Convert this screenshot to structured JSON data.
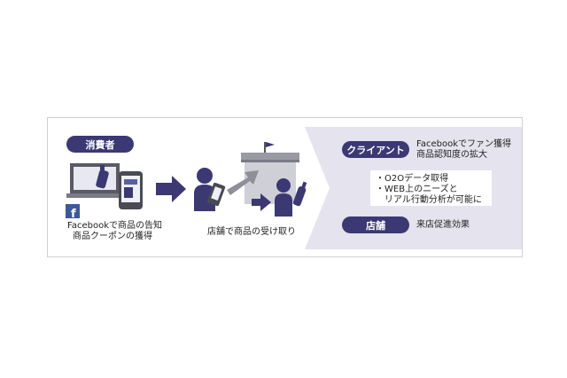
{
  "consumer": {
    "label": "消費者",
    "caption_line1": "Facebookで商品の告知",
    "caption_line2": "商品クーポンの獲得"
  },
  "store_step": {
    "caption": "店舗で商品の受け取り"
  },
  "client_panel": {
    "client_label": "クライアント",
    "client_text_line1": "Facebookでファン獲得",
    "client_text_line2": "商品認知度の拡大",
    "bullets": [
      "・O2Oデータ取得",
      "・WEB上のニーズと",
      "　リアル行動分析が可能に"
    ],
    "store_label": "店舗",
    "store_text": "来店促進効果"
  },
  "colors": {
    "accent": "#3b3873",
    "panel_bg": "#e4e3ee",
    "arrow": "#3b3873"
  },
  "icons": [
    "facebook-icon",
    "laptop-icon",
    "smartphone-icon",
    "person-icon",
    "store-building-icon",
    "bottle-icon"
  ]
}
